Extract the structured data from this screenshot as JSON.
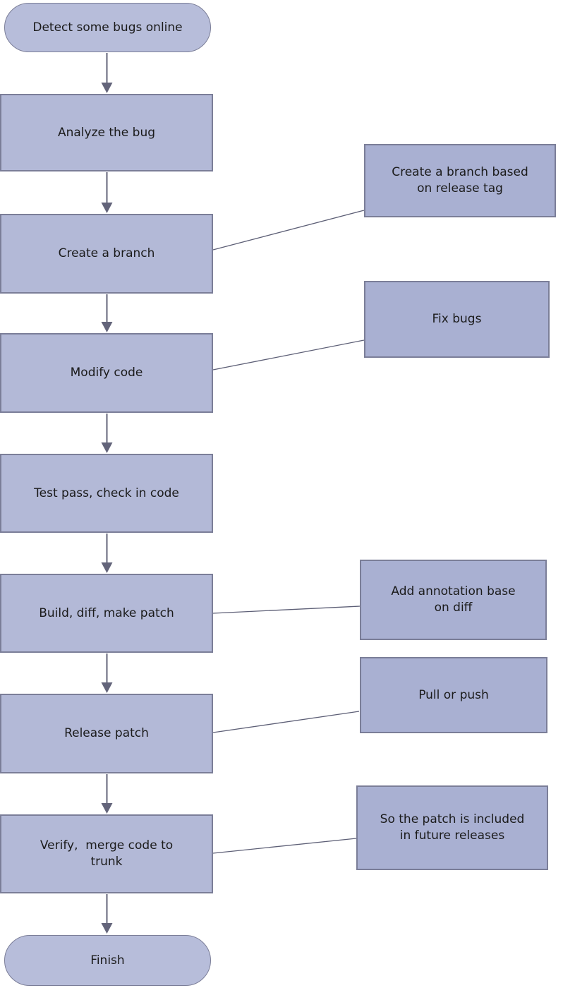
{
  "flowchart": {
    "nodes": [
      {
        "id": "start",
        "type": "terminator",
        "label": "Detect some bugs online"
      },
      {
        "id": "analyze-bug",
        "type": "process",
        "label": "Analyze the bug"
      },
      {
        "id": "create-branch",
        "type": "process",
        "label": "Create a branch"
      },
      {
        "id": "modify-code",
        "type": "process",
        "label": "Modify code"
      },
      {
        "id": "test-pass",
        "type": "process",
        "label": "Test pass, check in code"
      },
      {
        "id": "build-diff",
        "type": "process",
        "label": "Build, diff, make patch"
      },
      {
        "id": "release-patch",
        "type": "process",
        "label": "Release patch"
      },
      {
        "id": "verify-merge",
        "type": "process",
        "label": "Verify,  merge code to\ntrunk"
      },
      {
        "id": "finish",
        "type": "terminator",
        "label": "Finish"
      }
    ],
    "annotations": [
      {
        "id": "branch-note",
        "attached_to": "Create a branch",
        "label": "Create a branch based\non release tag"
      },
      {
        "id": "fix-note",
        "attached_to": "Modify code",
        "label": "Fix bugs"
      },
      {
        "id": "diff-note",
        "attached_to": "Build, diff, make patch",
        "label": "Add annotation base\non diff"
      },
      {
        "id": "push-note",
        "attached_to": "Release patch",
        "label": "Pull or push"
      },
      {
        "id": "release-note",
        "attached_to": "Verify, merge code to trunk",
        "label": "So the patch is included\nin future releases"
      }
    ],
    "colors": {
      "background": "#ffffff",
      "node_fill": "#b3b9d7",
      "terminator_fill": "#b7bdda",
      "annotation_fill": "#a9b0d2",
      "node_border": "#7b7e98",
      "arrow": "#63647a",
      "connector": "#5d5f76",
      "text": "#1b1b1b"
    }
  }
}
